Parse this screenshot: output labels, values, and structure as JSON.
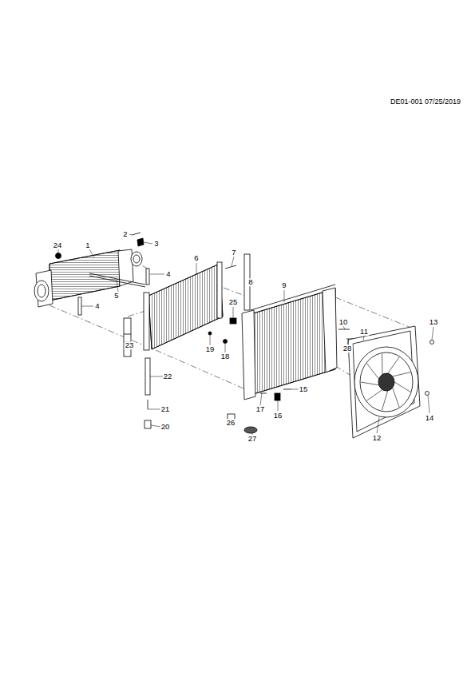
{
  "diagram": {
    "labels": [
      "DE01-001 07/25/2019",
      "24",
      "1",
      "2",
      "3",
      "4",
      "5",
      "4",
      "6",
      "7",
      "8",
      "25",
      "9",
      "10",
      "11",
      "13",
      "28",
      "19",
      "18",
      "23",
      "22",
      "15",
      "17",
      "16",
      "21",
      "20",
      "26",
      "27",
      "12",
      "14"
    ]
  }
}
